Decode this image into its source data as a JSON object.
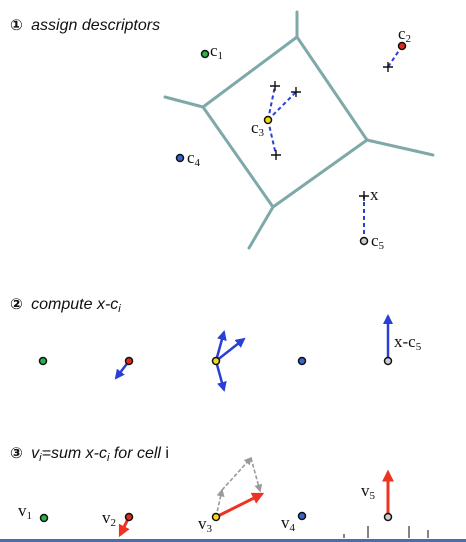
{
  "colors": {
    "voronoi_edge": "#7fa9a8",
    "dashed_assign": "#2a3fd6",
    "residual": "#2a3fd6",
    "sum_arrow": "#ee3322",
    "gray_arrow": "#9a9a9a",
    "c1": "#2db34a",
    "c2": "#e02a1e",
    "c3": "#f2d91c",
    "c4": "#3a63cf",
    "c5": "#cfcfcf",
    "bottom_bar": "#4a6ea8"
  },
  "steps": {
    "step1": {
      "number": "①",
      "title": "assign descriptors"
    },
    "step2": {
      "number": "②",
      "title_prefix": "compute x-c",
      "title_sub": "i"
    },
    "step3": {
      "number": "③",
      "title_v": "v",
      "title_v_sub": "i",
      "title_mid": "=sum x-c",
      "title_mid_sub": "i",
      "title_suffix": " for cell ",
      "title_end": "i"
    }
  },
  "labels": {
    "c": "c",
    "c1_sub": "1",
    "c2_sub": "2",
    "c3_sub": "3",
    "c4_sub": "4",
    "c5_sub": "5",
    "x": "x",
    "x_minus_c5": "x-c",
    "x_minus_c5_sub": "5",
    "v": "v",
    "v1_sub": "1",
    "v2_sub": "2",
    "v3_sub": "3",
    "v4_sub": "4",
    "v5_sub": "5"
  }
}
